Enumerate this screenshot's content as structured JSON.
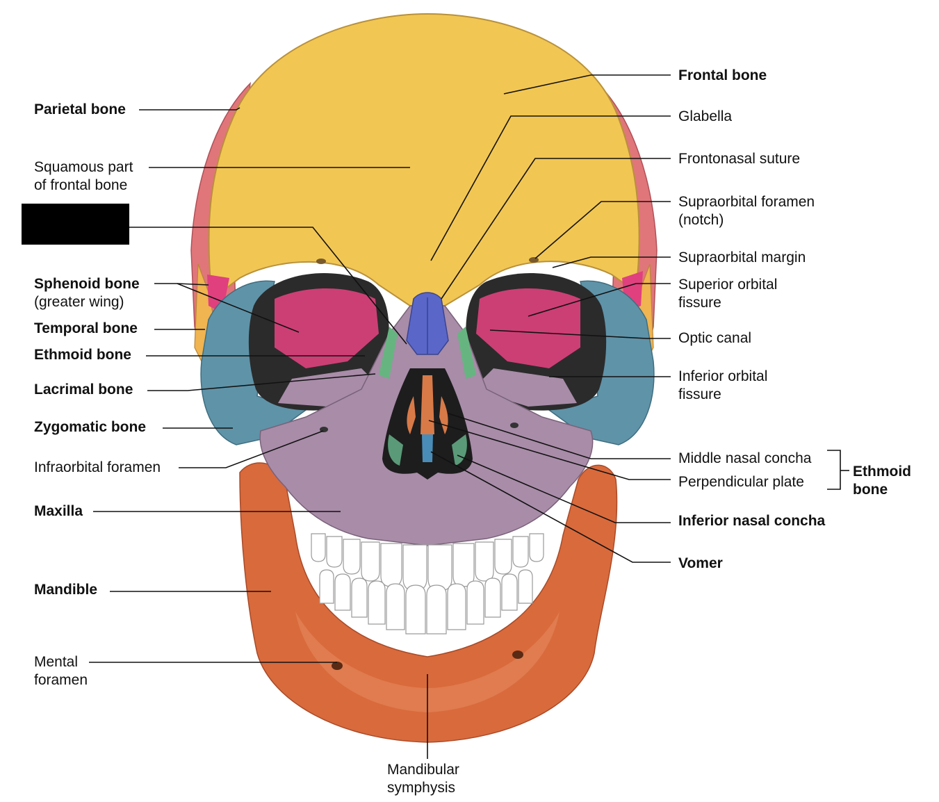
{
  "colors": {
    "frontal": "#f2c653",
    "parietal": "#e0767a",
    "sphenoid": "#e0407e",
    "temporal": "#f0b450",
    "zygomatic": "#5f93a8",
    "maxilla": "#a88ca8",
    "mandible": "#d96a3c",
    "nasal": "#5a66c8",
    "ethmoid": "#66b580",
    "teeth": "#ffffff"
  },
  "labels": {
    "parietal_bone": "Parietal bone",
    "squamous_part": "Squamous part\nof frontal bone",
    "hidden_label": "",
    "sphenoid_bone": "Sphenoid bone",
    "greater_wing": "(greater wing)",
    "temporal_bone": "Temporal bone",
    "ethmoid_bone_left": "Ethmoid bone",
    "lacrimal_bone": "Lacrimal bone",
    "zygomatic_bone": "Zygomatic bone",
    "infraorbital_foramen": "Infraorbital foramen",
    "maxilla": "Maxilla",
    "mandible": "Mandible",
    "mental_foramen": "Mental\nforamen",
    "mandibular_symphysis": "Mandibular\nsymphysis",
    "frontal_bone": "Frontal bone",
    "glabella": "Glabella",
    "frontonasal_suture": "Frontonasal suture",
    "supraorbital_foramen": "Supraorbital foramen\n(notch)",
    "supraorbital_margin": "Supraorbital margin",
    "superior_orbital_fissure": "Superior orbital\nfissure",
    "optic_canal": "Optic canal",
    "inferior_orbital_fissure": "Inferior orbital\nfissure",
    "middle_nasal_concha": "Middle nasal concha",
    "perpendicular_plate": "Perpendicular plate",
    "ethmoid_bone_group": "Ethmoid\nbone",
    "inferior_nasal_concha": "Inferior nasal concha",
    "vomer": "Vomer"
  }
}
